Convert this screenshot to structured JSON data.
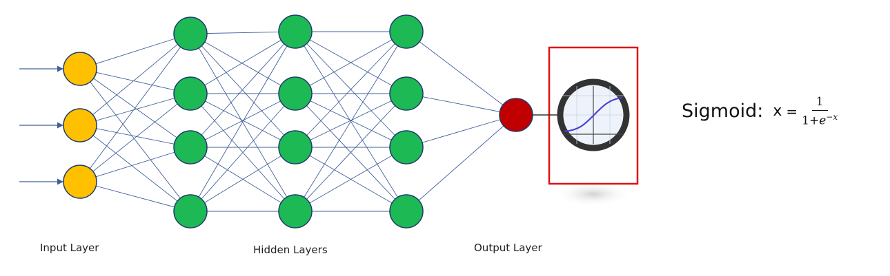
{
  "diagram": {
    "labels": {
      "input": "Input Layer",
      "hidden": "Hidden Layers",
      "output": "Output Layer"
    },
    "layers": [
      {
        "role": "input",
        "neurons": 3,
        "color": "#FFC000"
      },
      {
        "role": "hidden",
        "neurons": 4,
        "color": "#1DB954"
      },
      {
        "role": "hidden",
        "neurons": 4,
        "color": "#1DB954"
      },
      {
        "role": "hidden",
        "neurons": 4,
        "color": "#1DB954"
      },
      {
        "role": "output",
        "neurons": 1,
        "color": "#C00000"
      }
    ],
    "colors": {
      "connection": "#3F5F9A",
      "neuron_stroke": "#1F3A6E",
      "highlight_box": "#E01010",
      "sigmoid_curve": "#4B3FD4",
      "gauge_ring": "#333333"
    },
    "activation_icon": "sigmoid-curve-icon"
  },
  "formula": {
    "label": "Sigmoid:",
    "variable": "x",
    "equals": "=",
    "numerator": "1",
    "denominator_base": "1+",
    "denominator_e": "e",
    "denominator_exp": "−x"
  }
}
